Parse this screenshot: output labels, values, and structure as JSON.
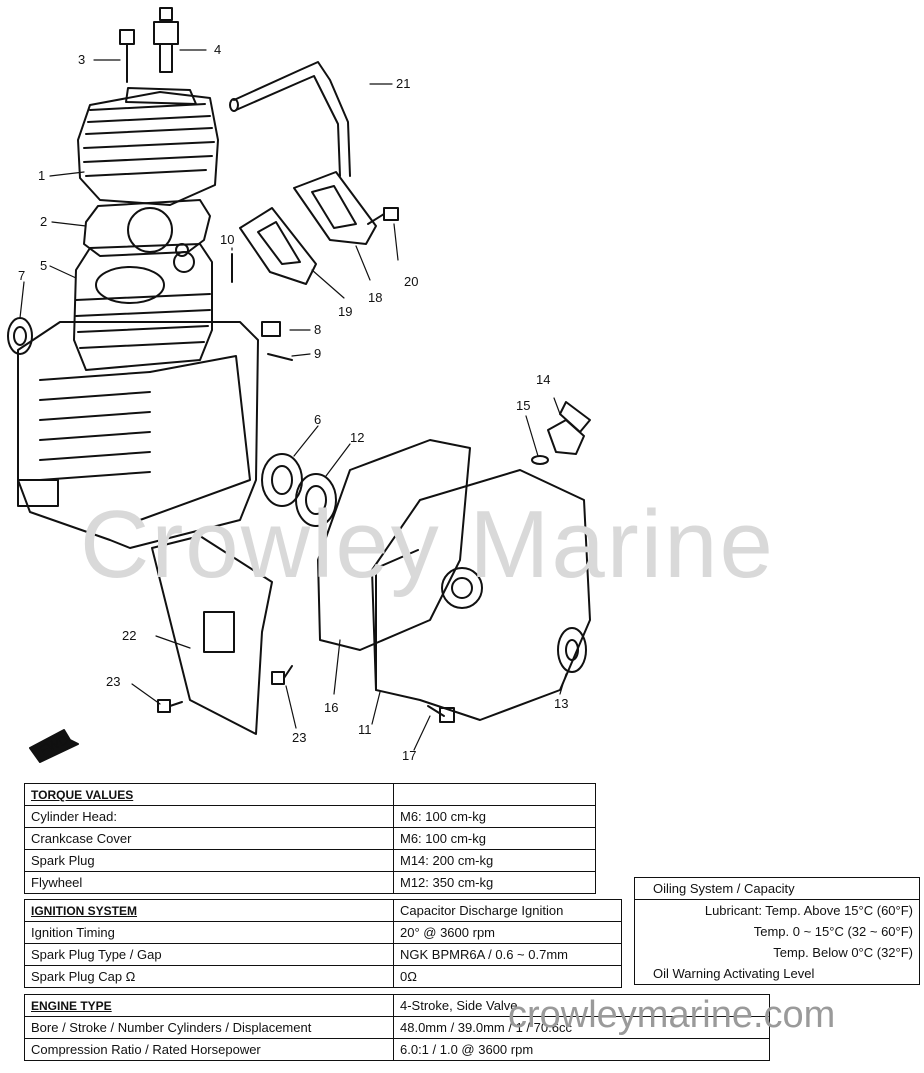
{
  "callouts": [
    "1",
    "2",
    "3",
    "4",
    "5",
    "6",
    "7",
    "8",
    "9",
    "10",
    "11",
    "12",
    "13",
    "14",
    "15",
    "16",
    "17",
    "18",
    "19",
    "20",
    "21",
    "22",
    "23",
    "23"
  ],
  "fwd_label": "FWD",
  "watermark": "Crowley Marine",
  "watermark_url": "crowleymarine.com",
  "torque": {
    "header": "TORQUE VALUES",
    "rows": [
      {
        "label": "Cylinder Head:",
        "value": "M6: 100 cm-kg"
      },
      {
        "label": "Crankcase Cover",
        "value": "M6: 100 cm-kg"
      },
      {
        "label": "Spark Plug",
        "value": "M14: 200 cm-kg"
      },
      {
        "label": "Flywheel",
        "value": "M12: 350 cm-kg"
      }
    ]
  },
  "ignition": {
    "header": "IGNITION SYSTEM",
    "header_value": "Capacitor Discharge Ignition",
    "rows": [
      {
        "label": "Ignition Timing",
        "value": "20° @ 3600 rpm"
      },
      {
        "label": "Spark Plug Type / Gap",
        "value": "NGK BPMR6A / 0.6 ~ 0.7mm"
      },
      {
        "label": "Spark Plug Cap Ω",
        "value": "0Ω"
      }
    ]
  },
  "engine": {
    "header": "ENGINE TYPE",
    "header_value": "4-Stroke, Side Valve",
    "rows": [
      {
        "label": "Bore / Stroke / Number Cylinders / Displacement",
        "value": "48.0mm / 39.0mm / 1 / 70.6cc"
      },
      {
        "label": "Compression Ratio / Rated Horsepower",
        "value": "6.0:1 / 1.0 @ 3600 rpm"
      }
    ]
  },
  "oiling": {
    "title": "Oiling System / Capacity",
    "lines": [
      "Lubricant: Temp. Above 15°C (60°F)",
      "Temp. 0 ~ 15°C (32 ~ 60°F)",
      "Temp. Below 0°C (32°F)",
      "Oil Warning Activating Level"
    ]
  }
}
